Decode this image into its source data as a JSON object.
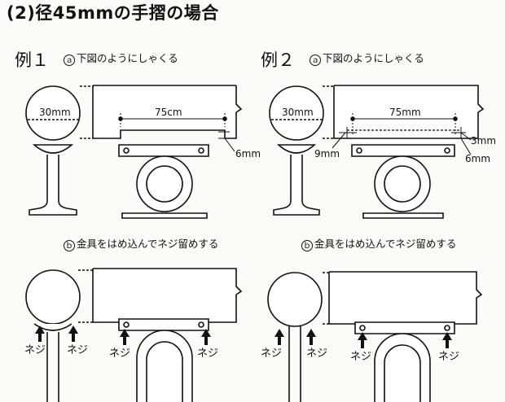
{
  "title": "(2)径45mmの手摺の場合",
  "example1": {
    "label": "例１",
    "step_a_mark": "ａ",
    "step_a_text": "下図のようにしゃくる",
    "step_b_mark": "ｂ",
    "step_b_text": "金具をはめ込んでネジ留めする",
    "dim_rail_diameter": "30mm",
    "dim_width": "75cm",
    "dim_depth": "6mm",
    "screw_labels": [
      "ネジ",
      "ネジ",
      "ネジ",
      "ネジ"
    ]
  },
  "example2": {
    "label": "例２",
    "step_a_mark": "ａ",
    "step_a_text": "下図のようにしゃくる",
    "step_b_mark": "ｂ",
    "step_b_text": "金具をはめ込んでネジ留めする",
    "dim_rail_diameter": "30mm",
    "dim_width": "75mm",
    "dim_left": "9mm",
    "dim_right_small": "3mm",
    "dim_right_large": "6mm",
    "screw_labels": [
      "ネジ",
      "ネジ",
      "ネジ",
      "ネジ"
    ]
  },
  "colors": {
    "ink": "#111111",
    "paper": "#fbfbf8"
  }
}
